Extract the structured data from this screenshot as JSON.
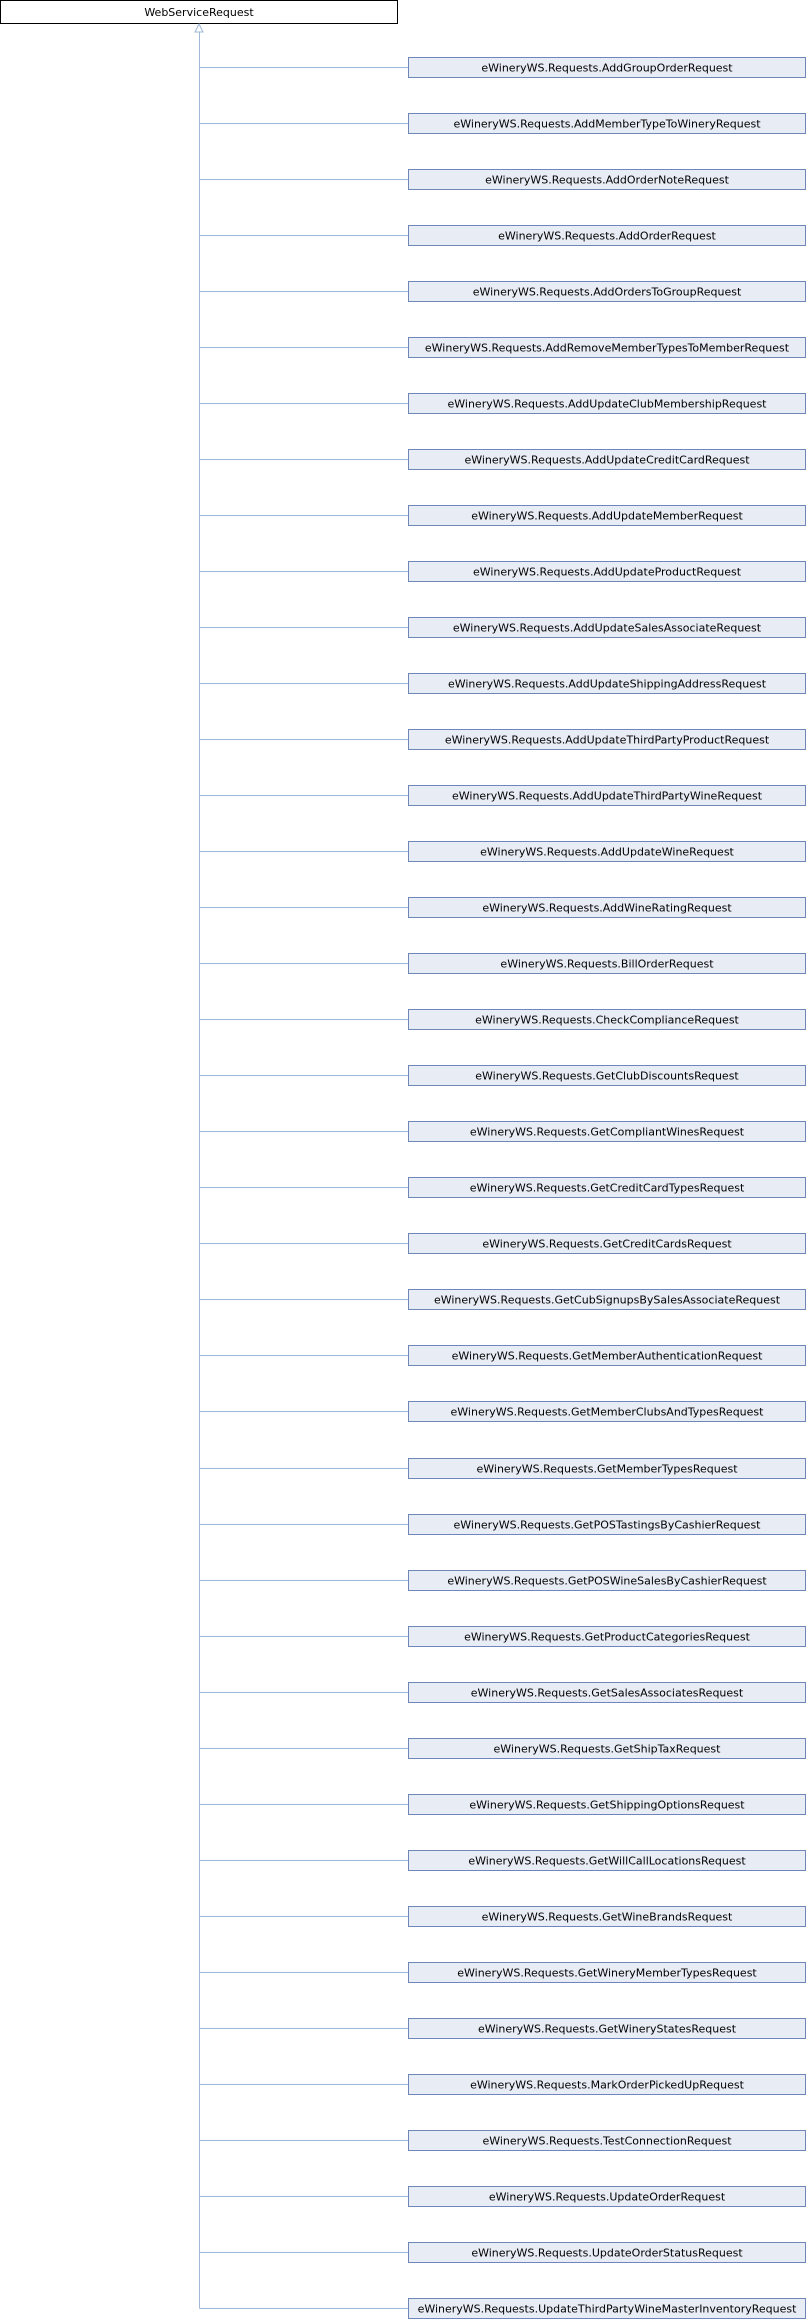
{
  "diagram": {
    "base_class": "WebServiceRequest",
    "derived_classes": [
      "eWineryWS.Requests.AddGroupOrderRequest",
      "eWineryWS.Requests.AddMemberTypeToWineryRequest",
      "eWineryWS.Requests.AddOrderNoteRequest",
      "eWineryWS.Requests.AddOrderRequest",
      "eWineryWS.Requests.AddOrdersToGroupRequest",
      "eWineryWS.Requests.AddRemoveMemberTypesToMemberRequest",
      "eWineryWS.Requests.AddUpdateClubMembershipRequest",
      "eWineryWS.Requests.AddUpdateCreditCardRequest",
      "eWineryWS.Requests.AddUpdateMemberRequest",
      "eWineryWS.Requests.AddUpdateProductRequest",
      "eWineryWS.Requests.AddUpdateSalesAssociateRequest",
      "eWineryWS.Requests.AddUpdateShippingAddressRequest",
      "eWineryWS.Requests.AddUpdateThirdPartyProductRequest",
      "eWineryWS.Requests.AddUpdateThirdPartyWineRequest",
      "eWineryWS.Requests.AddUpdateWineRequest",
      "eWineryWS.Requests.AddWineRatingRequest",
      "eWineryWS.Requests.BillOrderRequest",
      "eWineryWS.Requests.CheckComplianceRequest",
      "eWineryWS.Requests.GetClubDiscountsRequest",
      "eWineryWS.Requests.GetCompliantWinesRequest",
      "eWineryWS.Requests.GetCreditCardTypesRequest",
      "eWineryWS.Requests.GetCreditCardsRequest",
      "eWineryWS.Requests.GetCubSignupsBySalesAssociateRequest",
      "eWineryWS.Requests.GetMemberAuthenticationRequest",
      "eWineryWS.Requests.GetMemberClubsAndTypesRequest",
      "eWineryWS.Requests.GetMemberTypesRequest",
      "eWineryWS.Requests.GetPOSTastingsByCashierRequest",
      "eWineryWS.Requests.GetPOSWineSalesByCashierRequest",
      "eWineryWS.Requests.GetProductCategoriesRequest",
      "eWineryWS.Requests.GetSalesAssociatesRequest",
      "eWineryWS.Requests.GetShipTaxRequest",
      "eWineryWS.Requests.GetShippingOptionsRequest",
      "eWineryWS.Requests.GetWillCallLocationsRequest",
      "eWineryWS.Requests.GetWineBrandsRequest",
      "eWineryWS.Requests.GetWineryMemberTypesRequest",
      "eWineryWS.Requests.GetWineryStatesRequest",
      "eWineryWS.Requests.MarkOrderPickedUpRequest",
      "eWineryWS.Requests.TestConnectionRequest",
      "eWineryWS.Requests.UpdateOrderRequest",
      "eWineryWS.Requests.UpdateOrderStatusRequest",
      "eWineryWS.Requests.UpdateThirdPartyWineMasterInventoryRequest"
    ]
  },
  "colors": {
    "edge": "#9fb8d9",
    "child_fill": "#e8ecf5",
    "child_stroke": "#6f86b8",
    "root_stroke": "#000000"
  }
}
